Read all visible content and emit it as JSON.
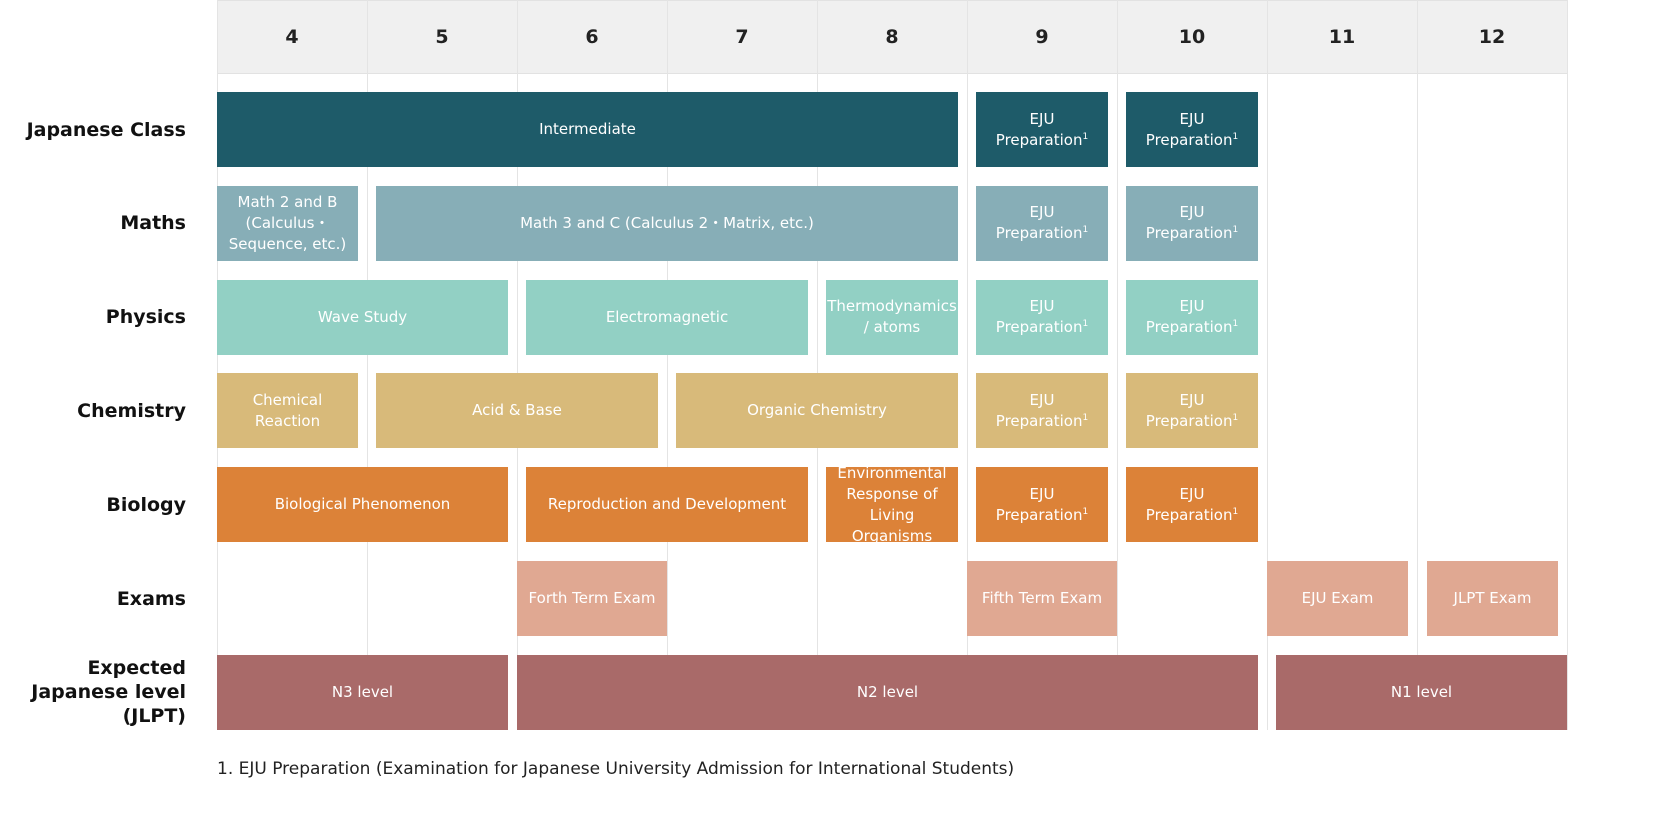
{
  "months": [
    "4",
    "5",
    "6",
    "7",
    "8",
    "9",
    "10",
    "11",
    "12"
  ],
  "colors": {
    "japanese": "#1e5b69",
    "maths": "#87aeb7",
    "physics": "#92d0c4",
    "chemistry": "#d8ba7a",
    "biology": "#dc8238",
    "exams": "#e0a892",
    "jlpt": "#a96a69"
  },
  "rows": [
    {
      "id": "japanese-class",
      "label": "Japanese Class",
      "color": "japanese",
      "items": [
        {
          "text": "Intermediate",
          "start": 0,
          "end": 5
        },
        {
          "text": "EJU Preparation",
          "note": "1",
          "start": 5,
          "end": 6
        },
        {
          "text": "EJU Preparation",
          "note": "1",
          "start": 6,
          "end": 7
        }
      ]
    },
    {
      "id": "maths",
      "label": "Maths",
      "color": "maths",
      "items": [
        {
          "text": "Math 2 and B (Calculus・Sequence, etc.)",
          "start": 0,
          "end": 1
        },
        {
          "text": "Math 3 and C (Calculus 2・Matrix, etc.)",
          "start": 1,
          "end": 5
        },
        {
          "text": "EJU Preparation",
          "note": "1",
          "start": 5,
          "end": 6
        },
        {
          "text": "EJU Preparation",
          "note": "1",
          "start": 6,
          "end": 7
        }
      ]
    },
    {
      "id": "physics",
      "label": "Physics",
      "color": "physics",
      "items": [
        {
          "text": "Wave Study",
          "start": 0,
          "end": 2
        },
        {
          "text": "Electromagnetic",
          "start": 2,
          "end": 4
        },
        {
          "text": "Thermodynamics / atoms",
          "start": 4,
          "end": 5
        },
        {
          "text": "EJU Preparation",
          "note": "1",
          "start": 5,
          "end": 6
        },
        {
          "text": "EJU Preparation",
          "note": "1",
          "start": 6,
          "end": 7
        }
      ]
    },
    {
      "id": "chemistry",
      "label": "Chemistry",
      "color": "chemistry",
      "items": [
        {
          "text": "Chemical Reaction",
          "start": 0,
          "end": 1
        },
        {
          "text": "Acid & Base",
          "start": 1,
          "end": 3
        },
        {
          "text": "Organic Chemistry",
          "start": 3,
          "end": 5
        },
        {
          "text": "EJU Preparation",
          "note": "1",
          "start": 5,
          "end": 6
        },
        {
          "text": "EJU Preparation",
          "note": "1",
          "start": 6,
          "end": 7
        }
      ]
    },
    {
      "id": "biology",
      "label": "Biology",
      "color": "biology",
      "items": [
        {
          "text": "Biological Phenomenon",
          "start": 0,
          "end": 2
        },
        {
          "text": "Reproduction and Development",
          "start": 2,
          "end": 4
        },
        {
          "text": "Environmental Response of Living Organisms",
          "start": 4,
          "end": 5
        },
        {
          "text": "EJU Preparation",
          "note": "1",
          "start": 5,
          "end": 6
        },
        {
          "text": "EJU Preparation",
          "note": "1",
          "start": 6,
          "end": 7
        }
      ]
    },
    {
      "id": "exams",
      "label": "Exams",
      "color": "exams",
      "items": [
        {
          "text": "Forth Term Exam",
          "start": 2,
          "end": 3
        },
        {
          "text": "Fifth Term Exam",
          "start": 5,
          "end": 6
        },
        {
          "text": "EJU Exam",
          "start": 7,
          "end": 8
        },
        {
          "text": "JLPT Exam",
          "start": 8,
          "end": 9
        }
      ]
    },
    {
      "id": "expected-jlpt",
      "label": "Expected Japanese level (JLPT)",
      "color": "jlpt",
      "items": [
        {
          "text": "N3 level",
          "start": 0,
          "end": 2
        },
        {
          "text": "N2 level",
          "start": 2,
          "end": 7
        },
        {
          "text": "N1 level",
          "start": 7,
          "end": 9
        }
      ]
    }
  ],
  "footnote": "1. EJU Preparation (Examination for Japanese University Admission for International Students)"
}
